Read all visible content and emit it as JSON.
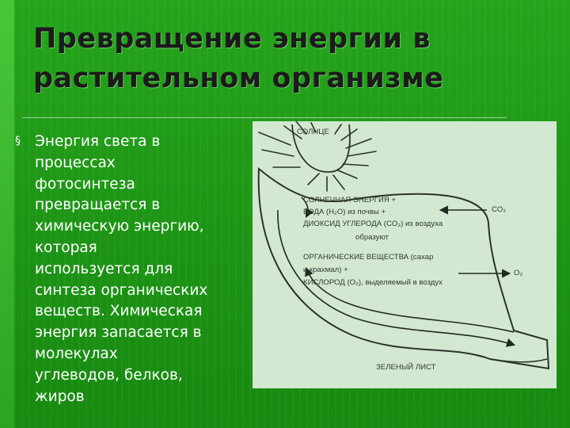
{
  "slide": {
    "title_lines": [
      "Превращение энергии в",
      "растительном организме"
    ],
    "bullet_symbol": "§",
    "body_lines": [
      "Энергия света в",
      "процессах",
      "фотосинтеза",
      "превращается в",
      "химическую энергию,",
      "которая",
      "используется для",
      "синтеза органических",
      "веществ. Химическая",
      "энергия запасается в",
      "молекулах",
      "углеводов, белков,",
      "жиров"
    ]
  },
  "diagram": {
    "sun_label": "СОЛНЦЕ",
    "lines": [
      "СОЛНЕЧНАЯ ЭНЕРГИЯ +",
      "ВОДА (H₂O) из почвы +",
      "ДИОКСИД УГЛЕРОДА (CO₂) из воздуха",
      "образуют",
      "ОРГАНИЧЕСКИЕ ВЕЩЕСТВА (сахар",
      "и крахмал) +",
      "КИСЛОРОД (O₂), выделяемый в воздух"
    ],
    "co2_label": "CO₂",
    "o2_label": "O₂",
    "leaf_label": "ЗЕЛЕНЫЙ ЛИСТ"
  },
  "colors": {
    "background": "#1f9a16",
    "panel": "#d3e8d0",
    "ink": "#2f3b2f",
    "title": "#1b1b1b",
    "body": "#ffffff"
  }
}
